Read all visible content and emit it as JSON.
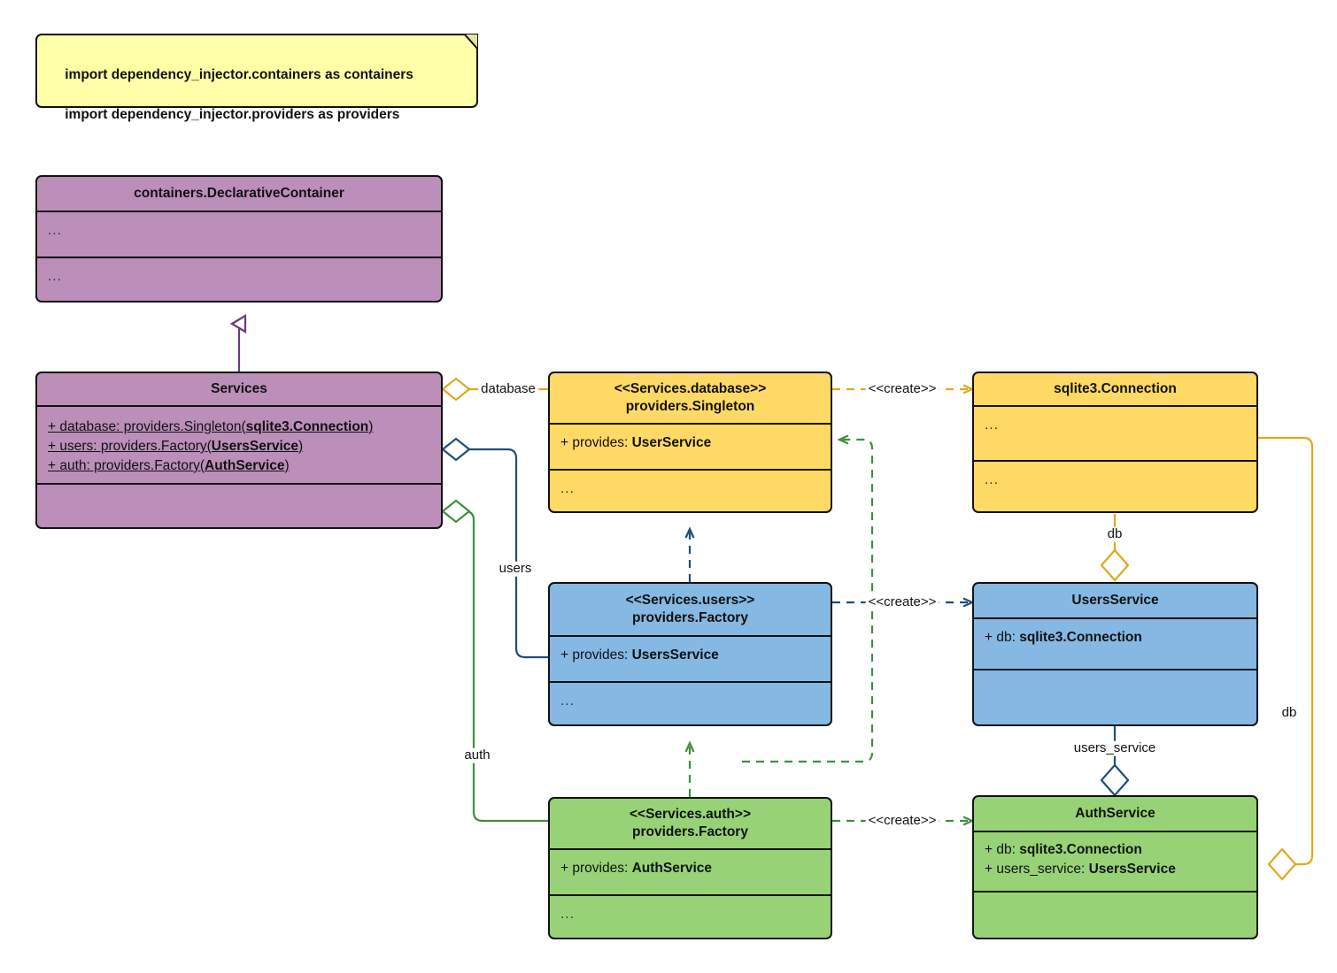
{
  "diagram": {
    "type": "uml-class-diagram",
    "title": "dependency_injector Services container UML",
    "colors": {
      "note_fill": "#ffffa8",
      "container_fill": "#bb8fba",
      "database_fill": "#ffd966",
      "users_fill": "#85b8e3",
      "auth_fill": "#97d376",
      "stroke": "#111111",
      "gold_edge": "#e0a81c",
      "blue_edge": "#1f4e79",
      "green_edge": "#3f8f3f",
      "purple_edge": "#6a3d7a"
    }
  },
  "note": {
    "line1": "import dependency_injector.containers as containers",
    "line2": "import dependency_injector.providers as providers"
  },
  "classes": {
    "declarative_container": {
      "name": "containers.DeclarativeContainer",
      "attributes": "...",
      "operations": "..."
    },
    "services": {
      "name": "Services",
      "attr_database": "+ database: providers.Singleton(sqlite3.Connection)",
      "attr_database_plain": "+ database: providers.Singleton(",
      "attr_database_bold": "sqlite3.Connection",
      "attr_database_tail": ")",
      "attr_users_plain": "+ users: providers.Factory(",
      "attr_users_bold": "UsersService",
      "attr_users_tail": ")",
      "attr_auth_plain": "+ auth: providers.Factory(",
      "attr_auth_bold": "AuthService",
      "attr_auth_tail": ")",
      "operations": ""
    },
    "provider_database": {
      "stereotype": "<<Services.database>>",
      "name": "providers.Singleton",
      "attr_provides_plain": "+ provides: ",
      "attr_provides_bold": "UserService",
      "operations": "..."
    },
    "provider_users": {
      "stereotype": "<<Services.users>>",
      "name": "providers.Factory",
      "attr_provides_plain": "+ provides: ",
      "attr_provides_bold": "UsersService",
      "operations": "..."
    },
    "provider_auth": {
      "stereotype": "<<Services.auth>>",
      "name": "providers.Factory",
      "attr_provides_plain": "+ provides: ",
      "attr_provides_bold": "AuthService",
      "operations": "..."
    },
    "sqlite3_connection": {
      "name": "sqlite3.Connection",
      "attributes": "...",
      "operations": "..."
    },
    "users_service": {
      "name": "UsersService",
      "attr_db_plain": "+ db: ",
      "attr_db_bold": "sqlite3.Connection",
      "operations": ""
    },
    "auth_service": {
      "name": "AuthService",
      "attr_db_plain": "+ db: ",
      "attr_db_bold": "sqlite3.Connection",
      "attr_users_plain": "+ users_service: ",
      "attr_users_bold": "UsersService",
      "operations": ""
    }
  },
  "edges": {
    "inheritance_services_container": {
      "label": "",
      "kind": "generalization"
    },
    "aggregation_database": {
      "label": "database",
      "kind": "aggregation",
      "color": "#e0a81c"
    },
    "aggregation_users": {
      "label": "users",
      "kind": "aggregation",
      "color": "#1f4e79"
    },
    "aggregation_auth": {
      "label": "auth",
      "kind": "aggregation",
      "color": "#3f8f3f"
    },
    "create_database": {
      "label": "<<create>>",
      "kind": "dependency",
      "color": "#e0a81c"
    },
    "create_users": {
      "label": "<<create>>",
      "kind": "dependency",
      "color": "#1f4e79"
    },
    "create_auth": {
      "label": "<<create>>",
      "kind": "dependency",
      "color": "#3f8f3f"
    },
    "db_users_service": {
      "label": "db",
      "kind": "aggregation",
      "color": "#e0a81c"
    },
    "db_auth_service": {
      "label": "db",
      "kind": "aggregation",
      "color": "#e0a81c"
    },
    "users_service_auth_service": {
      "label": "users_service",
      "kind": "aggregation",
      "color": "#1f4e79"
    },
    "dep_users_to_database": {
      "label": "",
      "kind": "dependency",
      "color": "#1f4e79"
    },
    "dep_auth_to_users": {
      "label": "",
      "kind": "dependency",
      "color": "#3f8f3f"
    },
    "dep_auth_to_database": {
      "label": "",
      "kind": "dependency",
      "color": "#3f8f3f"
    }
  }
}
